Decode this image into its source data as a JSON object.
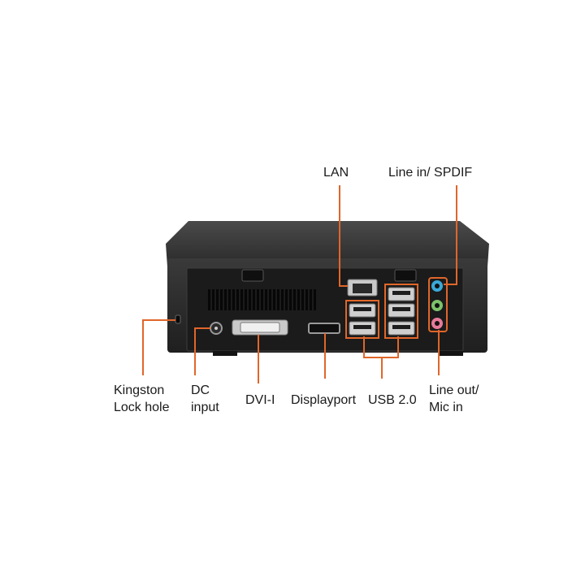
{
  "colors": {
    "leader": "#e0662a",
    "case_dark": "#2b2b2b",
    "case_top": "#3a3a3a",
    "panel": "#1c1c1c",
    "port_metal": "#b7b7b7",
    "jack_blue": "#3aa9d8",
    "jack_green": "#7cc36a",
    "jack_pink": "#e77a9a"
  },
  "labels": {
    "lan": "LAN",
    "line_in_spdif": "Line in/ SPDIF",
    "kingston_line1": "Kingston",
    "kingston_line2": "Lock hole",
    "dc_line1": "DC",
    "dc_line2": "input",
    "dvi": "DVI-I",
    "displayport": "Displayport",
    "usb": "USB 2.0",
    "lineout_line1": "Line out/",
    "lineout_line2": "Mic in"
  }
}
